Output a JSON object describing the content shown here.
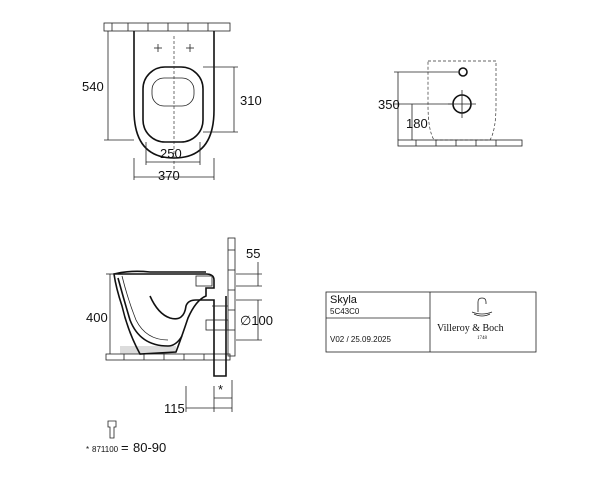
{
  "top_view": {
    "dims": {
      "height": "540",
      "inner": "310",
      "width_inner": "250",
      "width_outer": "370"
    }
  },
  "back_view": {
    "dims": {
      "h1": "350",
      "h2": "180"
    }
  },
  "side_view": {
    "dims": {
      "top": "55",
      "height": "400",
      "pipe": "∅100",
      "depth": "115",
      "star": "*"
    }
  },
  "note": {
    "star": "*",
    "code": "871100",
    "eq": "=",
    "range": "80-90"
  },
  "title_block": {
    "name": "Skyla",
    "code": "5C43C0",
    "version": "V02 / 25.09.2025",
    "brand": "Villeroy & Boch",
    "year": "1748"
  }
}
